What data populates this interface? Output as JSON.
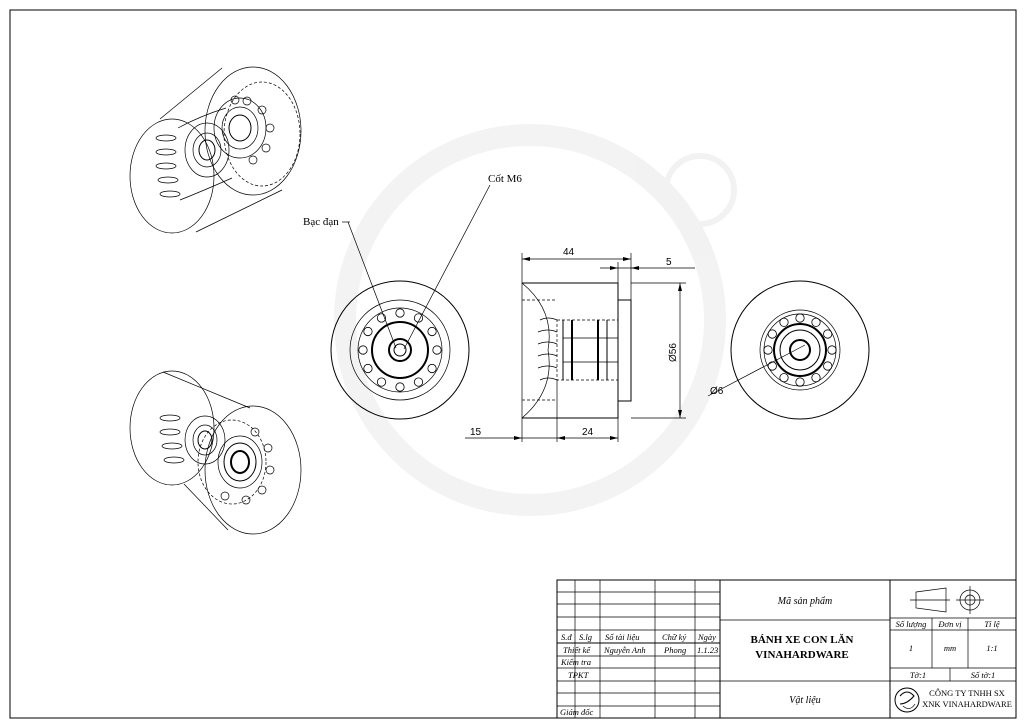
{
  "labels": {
    "bearing": "Bạc đạn",
    "shaft": "Cốt M6"
  },
  "dimensions": {
    "length_44": "44",
    "flange_5": "5",
    "diameter_56": "Ø56",
    "offset_15": "15",
    "inner_24": "24",
    "bore_6": "Ø6"
  },
  "title_block": {
    "product_code_label": "Mã sản phẩm",
    "product_name_line1": "BÁNH XE CON LĂN",
    "product_name_line2": "VINAHARDWARE",
    "material_label": "Vật liệu",
    "revision_headers": [
      "S.đ",
      "S.lg",
      "Số tài liệu",
      "Chữ ký",
      "Ngày"
    ],
    "designer_role": "Thiết kế",
    "designer_name": "Nguyễn Anh",
    "designer_signature": "Phong",
    "designer_date": "1.1.23",
    "checker_role": "Kiểm tra",
    "tpkt_role": "TPKT",
    "director_role": "Giám đốc",
    "quantity_label": "Số lượng",
    "unit_label": "Đơn vị",
    "scale_label": "Tỉ lệ",
    "quantity_value": "1",
    "unit_value": "mm",
    "scale_value": "1:1",
    "sheet_label": "Tờ:1",
    "sheet_count_label": "Số tờ:1",
    "company_line1": "CÔNG TY TNHH SX",
    "company_line2": "XNK VINAHARDWARE"
  }
}
